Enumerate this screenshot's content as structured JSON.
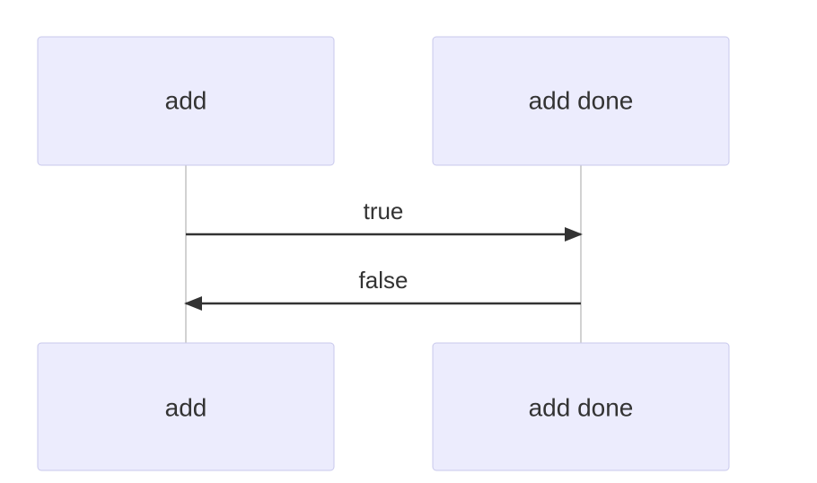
{
  "diagram": {
    "type": "sequence",
    "colors": {
      "actor_fill": "#ececfd",
      "actor_border": "#c9c9ec",
      "lifeline": "#b5b5b5",
      "message": "#333333",
      "text": "#333333"
    },
    "participants": [
      {
        "id": "p1",
        "label": "add"
      },
      {
        "id": "p2",
        "label": "add done"
      }
    ],
    "messages": [
      {
        "from": "p1",
        "to": "p2",
        "label": "true"
      },
      {
        "from": "p2",
        "to": "p1",
        "label": "false"
      }
    ]
  }
}
